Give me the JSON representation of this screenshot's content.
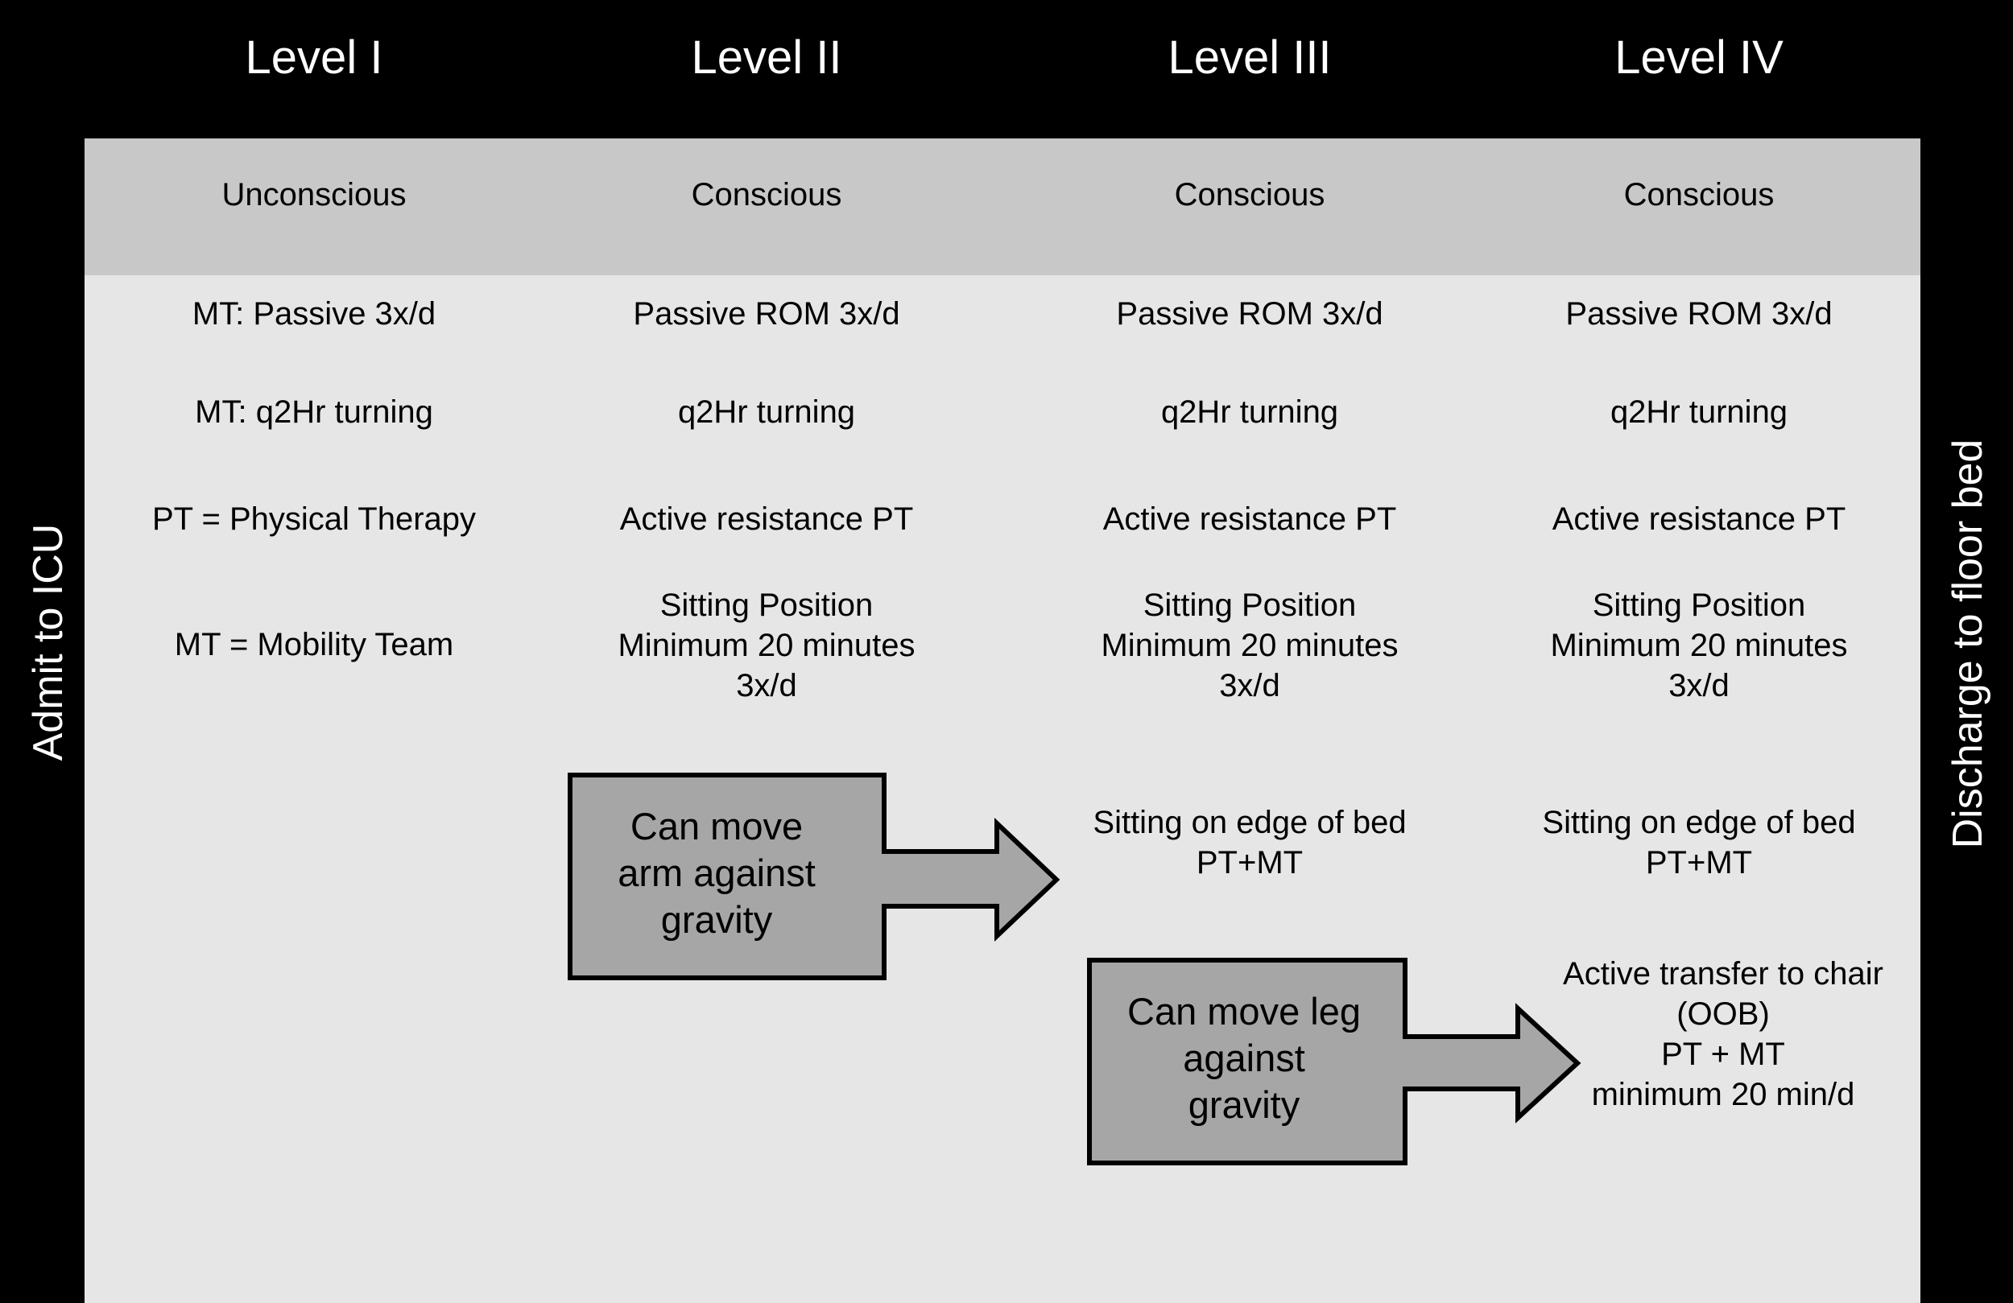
{
  "levels": [
    {
      "title": "Level I",
      "state": "Unconscious",
      "items": [
        "MT: Passive 3x/d",
        "MT: q2Hr turning",
        "PT = Physical Therapy",
        "MT = Mobility Team"
      ]
    },
    {
      "title": "Level II",
      "state": "Conscious",
      "items": [
        "Passive ROM 3x/d",
        "q2Hr turning",
        "Active resistance PT",
        "Sitting Position\nMinimum 20 minutes\n3x/d"
      ]
    },
    {
      "title": "Level III",
      "state": "Conscious",
      "items": [
        "Passive ROM 3x/d",
        "q2Hr turning",
        "Active resistance PT",
        "Sitting Position\nMinimum 20 minutes\n3x/d",
        "Sitting on edge of bed\nPT+MT"
      ]
    },
    {
      "title": "Level IV",
      "state": "Conscious",
      "items": [
        "Passive ROM 3x/d",
        "q2Hr turning",
        "Active resistance PT",
        "Sitting Position\nMinimum 20 minutes\n3x/d",
        "Sitting on edge of bed\nPT+MT",
        "Active transfer to chair\n(OOB)\nPT + MT\nminimum 20 min/d"
      ]
    }
  ],
  "side_left": "Admit to ICU",
  "side_right": "Discharge to floor bed",
  "arrows": [
    {
      "text": "Can move\narm against\ngravity"
    },
    {
      "text": "Can move leg\nagainst\ngravity"
    }
  ],
  "colors": {
    "background": "#000000",
    "panel": "#e6e6e6",
    "header_band": "#c8c8c8",
    "arrow_fill": "#a6a6a6",
    "arrow_stroke": "#000000"
  }
}
